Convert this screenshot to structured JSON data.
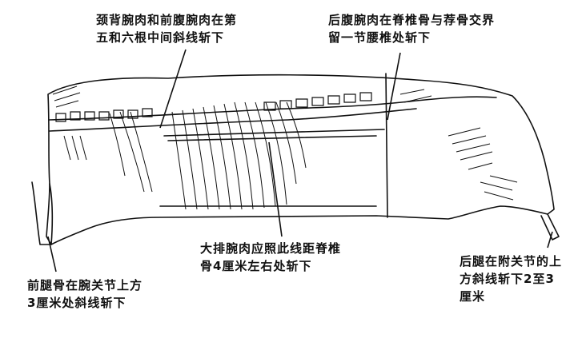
{
  "labels": {
    "neck_cut": "颈背腕肉和前腹腕肉在第\n五和六根中间斜线斩下",
    "rear_back_cut": "后腹腕肉在脊椎骨与荐骨交界\n留一节腰椎处斩下",
    "ribs_cut": "大排腕肉应照此线距脊椎\n骨4厘米左右处斩下",
    "foreleg_cut": "前腿骨在腕关节上方\n3厘米处斜线斩下",
    "hindleg_cut": "后腿在附关节的上\n方斜线斩下2至3\n厘米"
  },
  "colors": {
    "ink": "#111111",
    "paper": "#ffffff"
  }
}
